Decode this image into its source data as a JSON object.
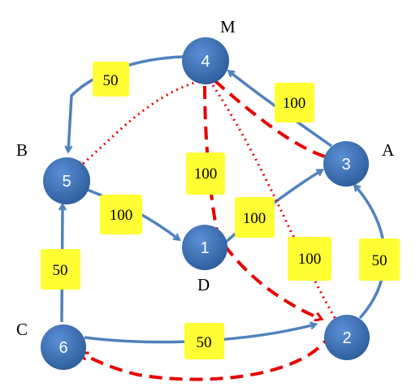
{
  "colors": {
    "node_fill": "#3f73b8",
    "edge_blue": "#4f81bd",
    "path_red": "#e60000",
    "weight_box": "#ffff33",
    "node_text": "#ffffff"
  },
  "nodes": [
    {
      "id": "n1",
      "label": "1",
      "letter": "D"
    },
    {
      "id": "n2",
      "label": "2",
      "letter": ""
    },
    {
      "id": "n3",
      "label": "3",
      "letter": "A"
    },
    {
      "id": "n4",
      "label": "4",
      "letter": "M"
    },
    {
      "id": "n5",
      "label": "5",
      "letter": "B"
    },
    {
      "id": "n6",
      "label": "6",
      "letter": "C"
    }
  ],
  "edges": [
    {
      "from": "4",
      "to": "5",
      "weight": "50"
    },
    {
      "from": "5",
      "to": "1",
      "weight": "100"
    },
    {
      "from": "1",
      "to": "3",
      "weight": "100"
    },
    {
      "from": "3",
      "to": "4",
      "weight": "100"
    },
    {
      "from": "2",
      "to": "3",
      "weight": "50"
    },
    {
      "from": "6",
      "to": "2",
      "weight": "50"
    },
    {
      "from": "6",
      "to": "5",
      "weight": "50"
    }
  ],
  "red_labels": [
    {
      "text": "100"
    },
    {
      "text": "100"
    }
  ]
}
